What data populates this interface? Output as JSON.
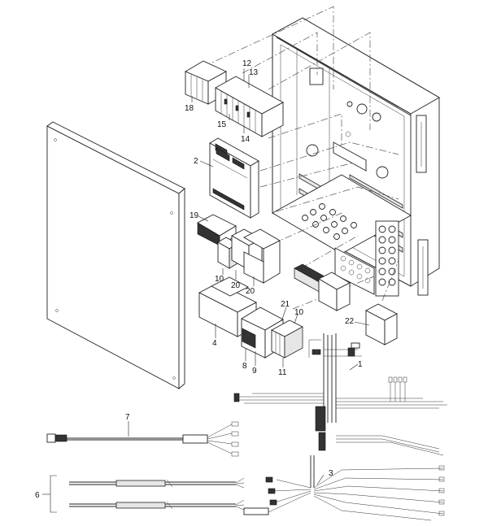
{
  "callouts": [
    {
      "id": "c1",
      "text": "1"
    },
    {
      "id": "c2",
      "text": "2"
    },
    {
      "id": "c3",
      "text": "3"
    },
    {
      "id": "c4",
      "text": "4"
    },
    {
      "id": "c6",
      "text": "6"
    },
    {
      "id": "c7",
      "text": "7"
    },
    {
      "id": "c8",
      "text": "8"
    },
    {
      "id": "c9",
      "text": "9"
    },
    {
      "id": "c10a",
      "text": "10"
    },
    {
      "id": "c10b",
      "text": "10"
    },
    {
      "id": "c11",
      "text": "11"
    },
    {
      "id": "c12",
      "text": "12"
    },
    {
      "id": "c13",
      "text": "13"
    },
    {
      "id": "c14",
      "text": "14"
    },
    {
      "id": "c15",
      "text": "15"
    },
    {
      "id": "c18",
      "text": "18"
    },
    {
      "id": "c19",
      "text": "19"
    },
    {
      "id": "c20a",
      "text": "20"
    },
    {
      "id": "c20b",
      "text": "20"
    },
    {
      "id": "c21",
      "text": "21"
    },
    {
      "id": "c22",
      "text": "22"
    }
  ],
  "colors": {
    "line": "#222222",
    "background": "#ffffff"
  }
}
